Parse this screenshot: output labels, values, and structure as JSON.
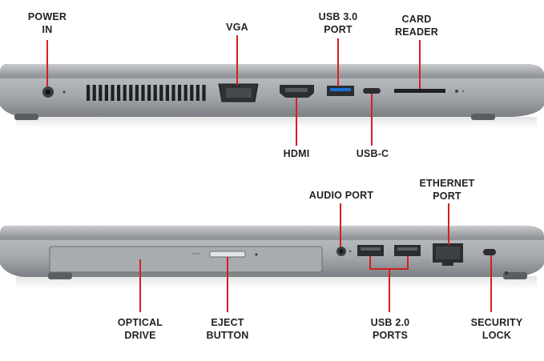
{
  "colors": {
    "leader": "#d42020",
    "label": "#222222",
    "chassis": "#9a9da1"
  },
  "labels": {
    "power_in": "POWER\nIN",
    "vga": "VGA",
    "usb30": "USB 3.0\nPORT",
    "card_reader": "CARD\nREADER",
    "hdmi": "HDMI",
    "usbc": "USB-C",
    "audio": "AUDIO PORT",
    "ethernet": "ETHERNET\nPORT",
    "optical": "OPTICAL\nDRIVE",
    "eject": "EJECT\nBUTTON",
    "usb20": "USB 2.0\nPORTS",
    "security": "SECURITY\nLOCK"
  }
}
